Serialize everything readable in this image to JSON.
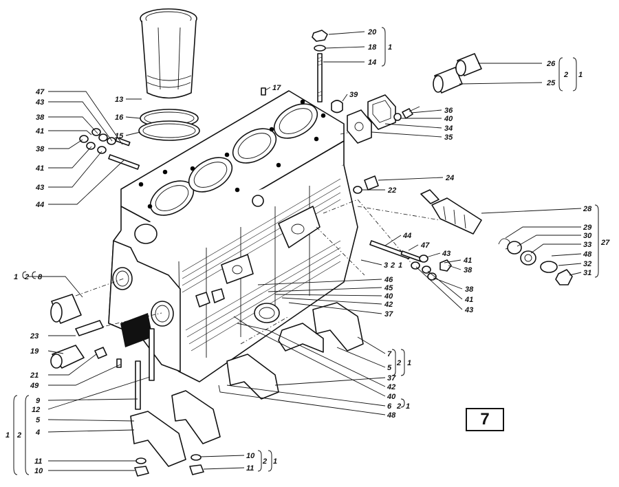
{
  "figure": {
    "number": "7"
  },
  "callouts": {
    "c47": "47",
    "c43a": "43",
    "c38a": "38",
    "c41a": "41",
    "c38b": "38",
    "c41b": "41",
    "c43b": "43",
    "c44a": "44",
    "c13": "13",
    "c16": "16",
    "c15": "15",
    "c17": "17",
    "c20": "20",
    "c18": "18",
    "c14": "14",
    "c39": "39",
    "c36": "36",
    "c40a": "40",
    "c34": "34",
    "c35": "35",
    "c26": "26",
    "c25": "25",
    "c24": "24",
    "c22": "22",
    "c28": "28",
    "c29": "29",
    "c30": "30",
    "c33": "33",
    "c48a": "48",
    "c32": "32",
    "c31": "31",
    "c27": "27",
    "c44b": "44",
    "c47b": "47",
    "c43c": "43",
    "c41c": "41",
    "c38c": "38",
    "c38d": "38",
    "c41d": "41",
    "c43d": "43",
    "c3": "3",
    "c46": "46",
    "c45": "45",
    "c40b": "40",
    "c42a": "42",
    "c37a": "37",
    "c8": "8",
    "c23": "23",
    "c19": "19",
    "c21": "21",
    "c49": "49",
    "c7": "7",
    "c5a": "5",
    "c37b": "37",
    "c42b": "42",
    "c40c": "40",
    "c6": "6",
    "c48b": "48",
    "c9": "9",
    "c12": "12",
    "c5b": "5",
    "c4": "4",
    "c11a": "11",
    "c10a": "10",
    "c10b": "10",
    "c11b": "11"
  },
  "brackets": {
    "one": "1",
    "two": "2"
  }
}
